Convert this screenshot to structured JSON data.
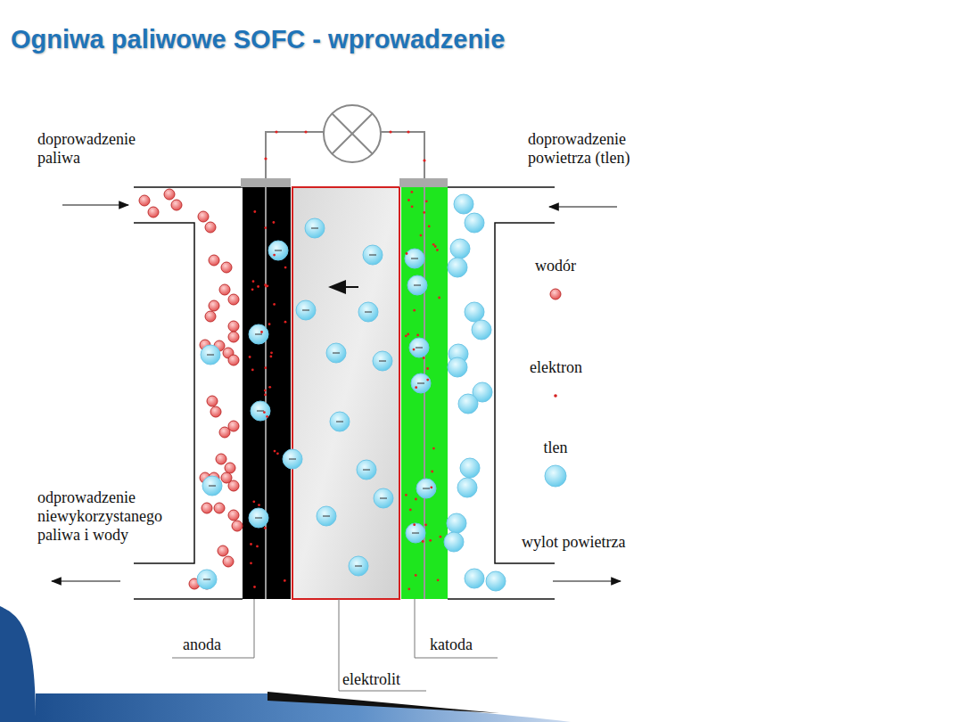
{
  "diagram": {
    "title": "Ogniwa paliwowe SOFC - wprowadzenie",
    "labels": [
      "doprowadzenie paliwa",
      "doprowadzenie powietrza (tlen)",
      "odprowadzenie niewykorzystanego paliwa i wody",
      "wylot powietrza",
      "anoda",
      "elektrolit",
      "katoda"
    ],
    "legend": [
      {
        "text": "wodór"
      },
      {
        "text": "elektron"
      },
      {
        "text": "tlen"
      }
    ]
  }
}
